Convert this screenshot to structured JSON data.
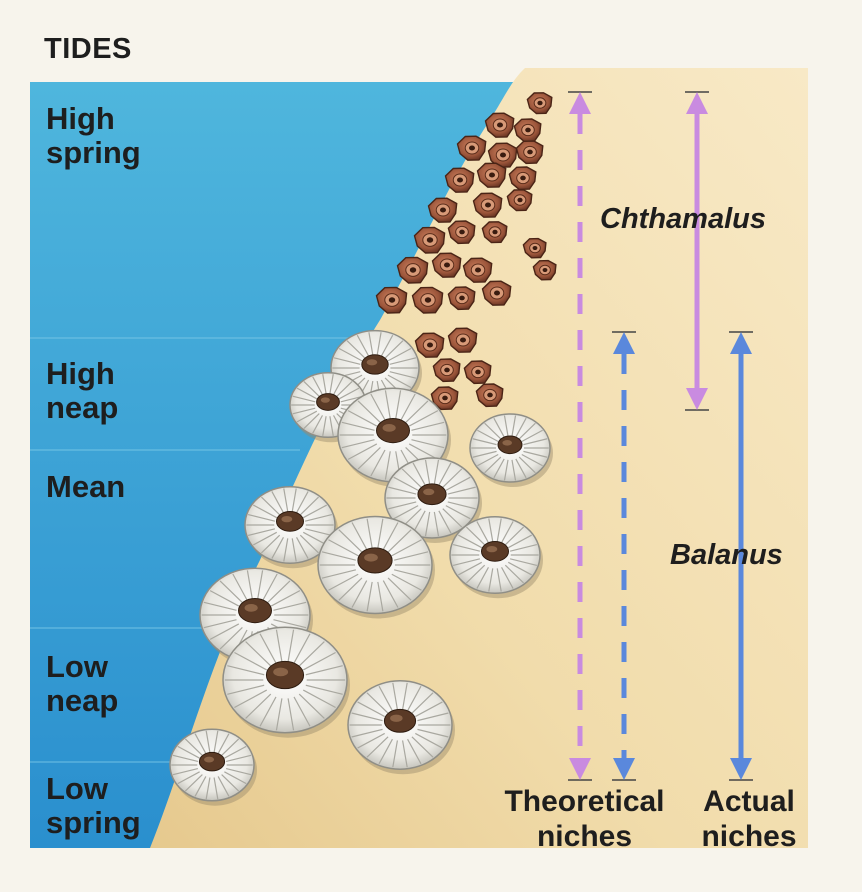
{
  "title": "TIDES",
  "tide_levels": [
    {
      "label": "High spring"
    },
    {
      "label": "High neap"
    },
    {
      "label": "Mean"
    },
    {
      "label": "Low neap"
    },
    {
      "label": "Low spring"
    }
  ],
  "species": {
    "chthamalus": "Chthamalus",
    "balanus": "Balanus"
  },
  "legend": {
    "theoretical": "Theoretical niches",
    "actual": "Actual niches"
  },
  "colors": {
    "sea_top": "#4fb6dd",
    "sea_bottom": "#2a8fce",
    "rock_light": "#f8e9c6",
    "rock_dark": "#e6c98e",
    "chthamalus_arrow": "#c98be0",
    "balanus_arrow": "#5a88dc",
    "chthamalus_shell": "#8a4a34",
    "balanus_shell": "#eeeeee"
  },
  "icons": [
    "chthamalus-barnacle-icon",
    "balanus-barnacle-icon",
    "double-arrow-icon",
    "dashed-double-arrow-icon"
  ]
}
